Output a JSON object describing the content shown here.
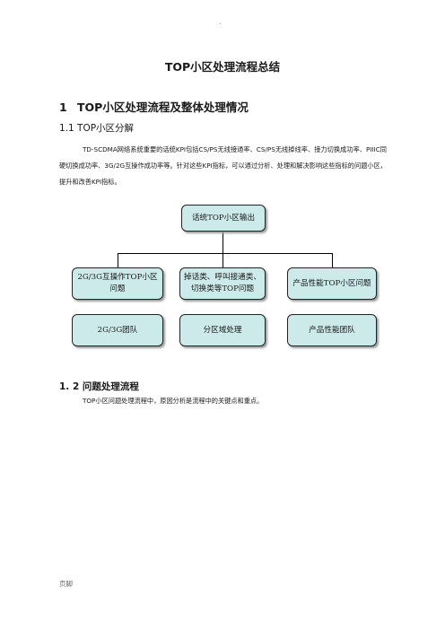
{
  "header": {
    "mark": "."
  },
  "document": {
    "title": "TOP小区处理流程总结",
    "section1": {
      "number": "1",
      "title": "TOP小区处理流程及整体处理情况"
    },
    "section1_1": {
      "title": "1.1 TOP小区分解"
    },
    "paragraph1": "TD-SCDMA网络系统重要的话统KPI包括CS/PS无线接通率、CS/PS无线掉线率、接力切换成功率、PIIIC同硬切换成功率、3G/2G互操作成功率等。针对这些KPI指标，可以通过分析、处理和解决影响这些指标的问题小区，提升和改善KPI指标。",
    "section1_2": {
      "title": "1. 2 问题处理流程"
    },
    "paragraph2": "TOP小区问题处理流程中，原因分析是流程中的关键点和重点。"
  },
  "diagram": {
    "root": "话统TOP小区输出",
    "level2": [
      "2G/3G互操作TOP小区问题",
      "掉话类、呼叫接通类、切换类等TOP问题",
      "产品性能TOP小区问题"
    ],
    "level3": [
      "2G/3G团队",
      "分区域处理",
      "产品性能团队"
    ]
  },
  "footer": {
    "text": "页脚"
  }
}
